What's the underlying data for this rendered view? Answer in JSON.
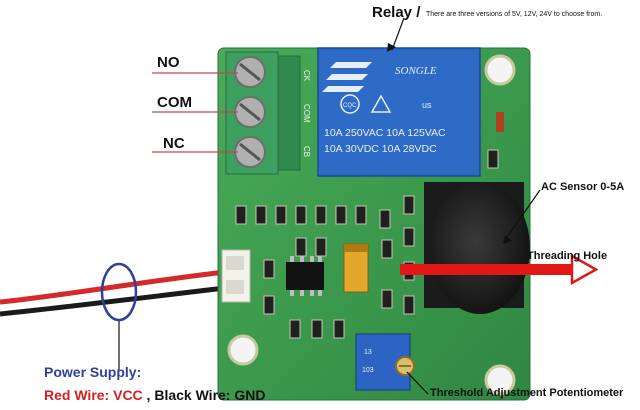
{
  "relay": {
    "title": "Relay /",
    "note": "There are three versions of 5V, 12V, 24V to choose from.",
    "brand": "SONGLE",
    "cert_left": "CQC",
    "cert_right": "us",
    "rating_line1": "10A 250VAC 10A 125VAC",
    "rating_line2": "10A  30VDC 10A  28VDC"
  },
  "terminals": {
    "no": "NO",
    "com": "COM",
    "nc": "NC",
    "silk": [
      "CK",
      "COM",
      "CB"
    ]
  },
  "labels": {
    "ac_sensor": "AC Sensor 0-5A",
    "threading_hole": "Threading Hole",
    "potentiometer": "Threshold Adjustment Potentiometer",
    "power_supply": "Power Supply:",
    "red_wire": "Red Wire: VCC",
    "separator": " , ",
    "black_wire": "Black Wire: GND"
  },
  "colors": {
    "pcb": "#3d9a4e",
    "relay_blue": "#2e6bc6",
    "arrow_red": "#e01818",
    "power_blue": "#2f3f9e",
    "red_wire_text": "#d42020"
  }
}
